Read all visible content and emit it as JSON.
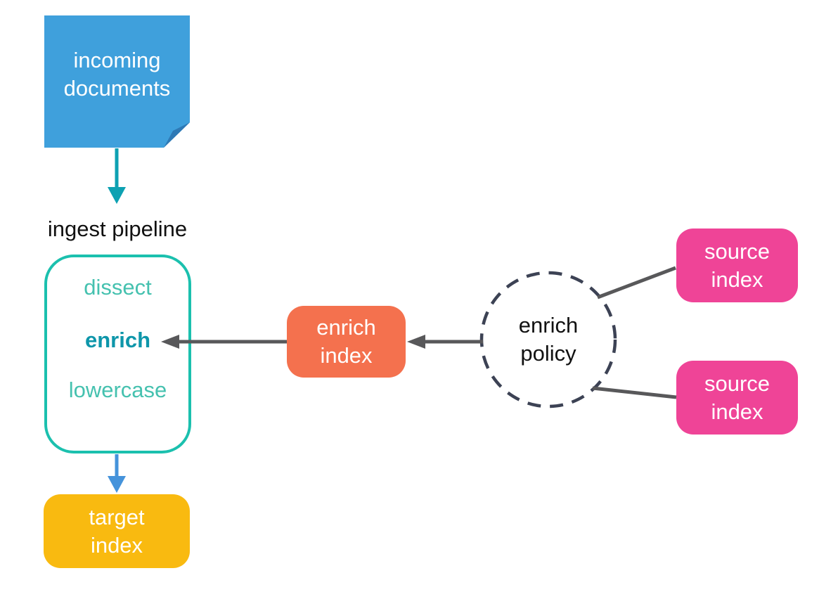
{
  "nodes": {
    "incoming_documents": {
      "label": "incoming\ndocuments",
      "color": "#3FA0DC",
      "shape": "folded-note"
    },
    "ingest_pipeline": {
      "title": "ingest pipeline",
      "processors": [
        "dissect",
        "enrich",
        "lowercase"
      ],
      "highlighted_processor": "enrich",
      "border_color": "#1BC0AE"
    },
    "target_index": {
      "label": "target\nindex",
      "color": "#F9BA10"
    },
    "enrich_index": {
      "label": "enrich\nindex",
      "color": "#F4714E"
    },
    "enrich_policy": {
      "label": "enrich\npolicy",
      "shape": "dashed-circle",
      "border_color": "#3C4254"
    },
    "source_index_top": {
      "label": "source\nindex",
      "color": "#EF4497"
    },
    "source_index_bottom": {
      "label": "source\nindex",
      "color": "#EF4497"
    }
  },
  "edges": [
    {
      "from": "incoming_documents",
      "to": "ingest_pipeline",
      "style": "arrow",
      "color": "#0DA1B2"
    },
    {
      "from": "ingest_pipeline",
      "to": "target_index",
      "style": "arrow",
      "color": "#4593DB"
    },
    {
      "from": "enrich_index",
      "to": "enrich_processor",
      "style": "arrow",
      "color": "#58585A"
    },
    {
      "from": "enrich_policy",
      "to": "enrich_index",
      "style": "arrow",
      "color": "#58585A"
    },
    {
      "from": "enrich_policy",
      "to": "source_index_top",
      "style": "line",
      "color": "#58585A"
    },
    {
      "from": "enrich_policy",
      "to": "source_index_bottom",
      "style": "line",
      "color": "#58585A"
    }
  ],
  "colors": {
    "background": "#FFFFFF",
    "note_blue": "#3FA0DC",
    "note_fold_blue": "#2E79B5",
    "teal_arrow": "#0DA1B2",
    "pipeline_border_teal": "#1BC0AE",
    "processor_teal": "#45C1AF",
    "enrich_highlight_teal": "#0E96AA",
    "blue_arrow": "#4593DB",
    "target_yellow": "#F9BA10",
    "enrich_index_orange": "#F4714E",
    "source_pink": "#EF4497",
    "connector_gray": "#58585A",
    "policy_ring_slate": "#3C4254",
    "text_black": "#111111",
    "text_white": "#FFFFFF"
  }
}
